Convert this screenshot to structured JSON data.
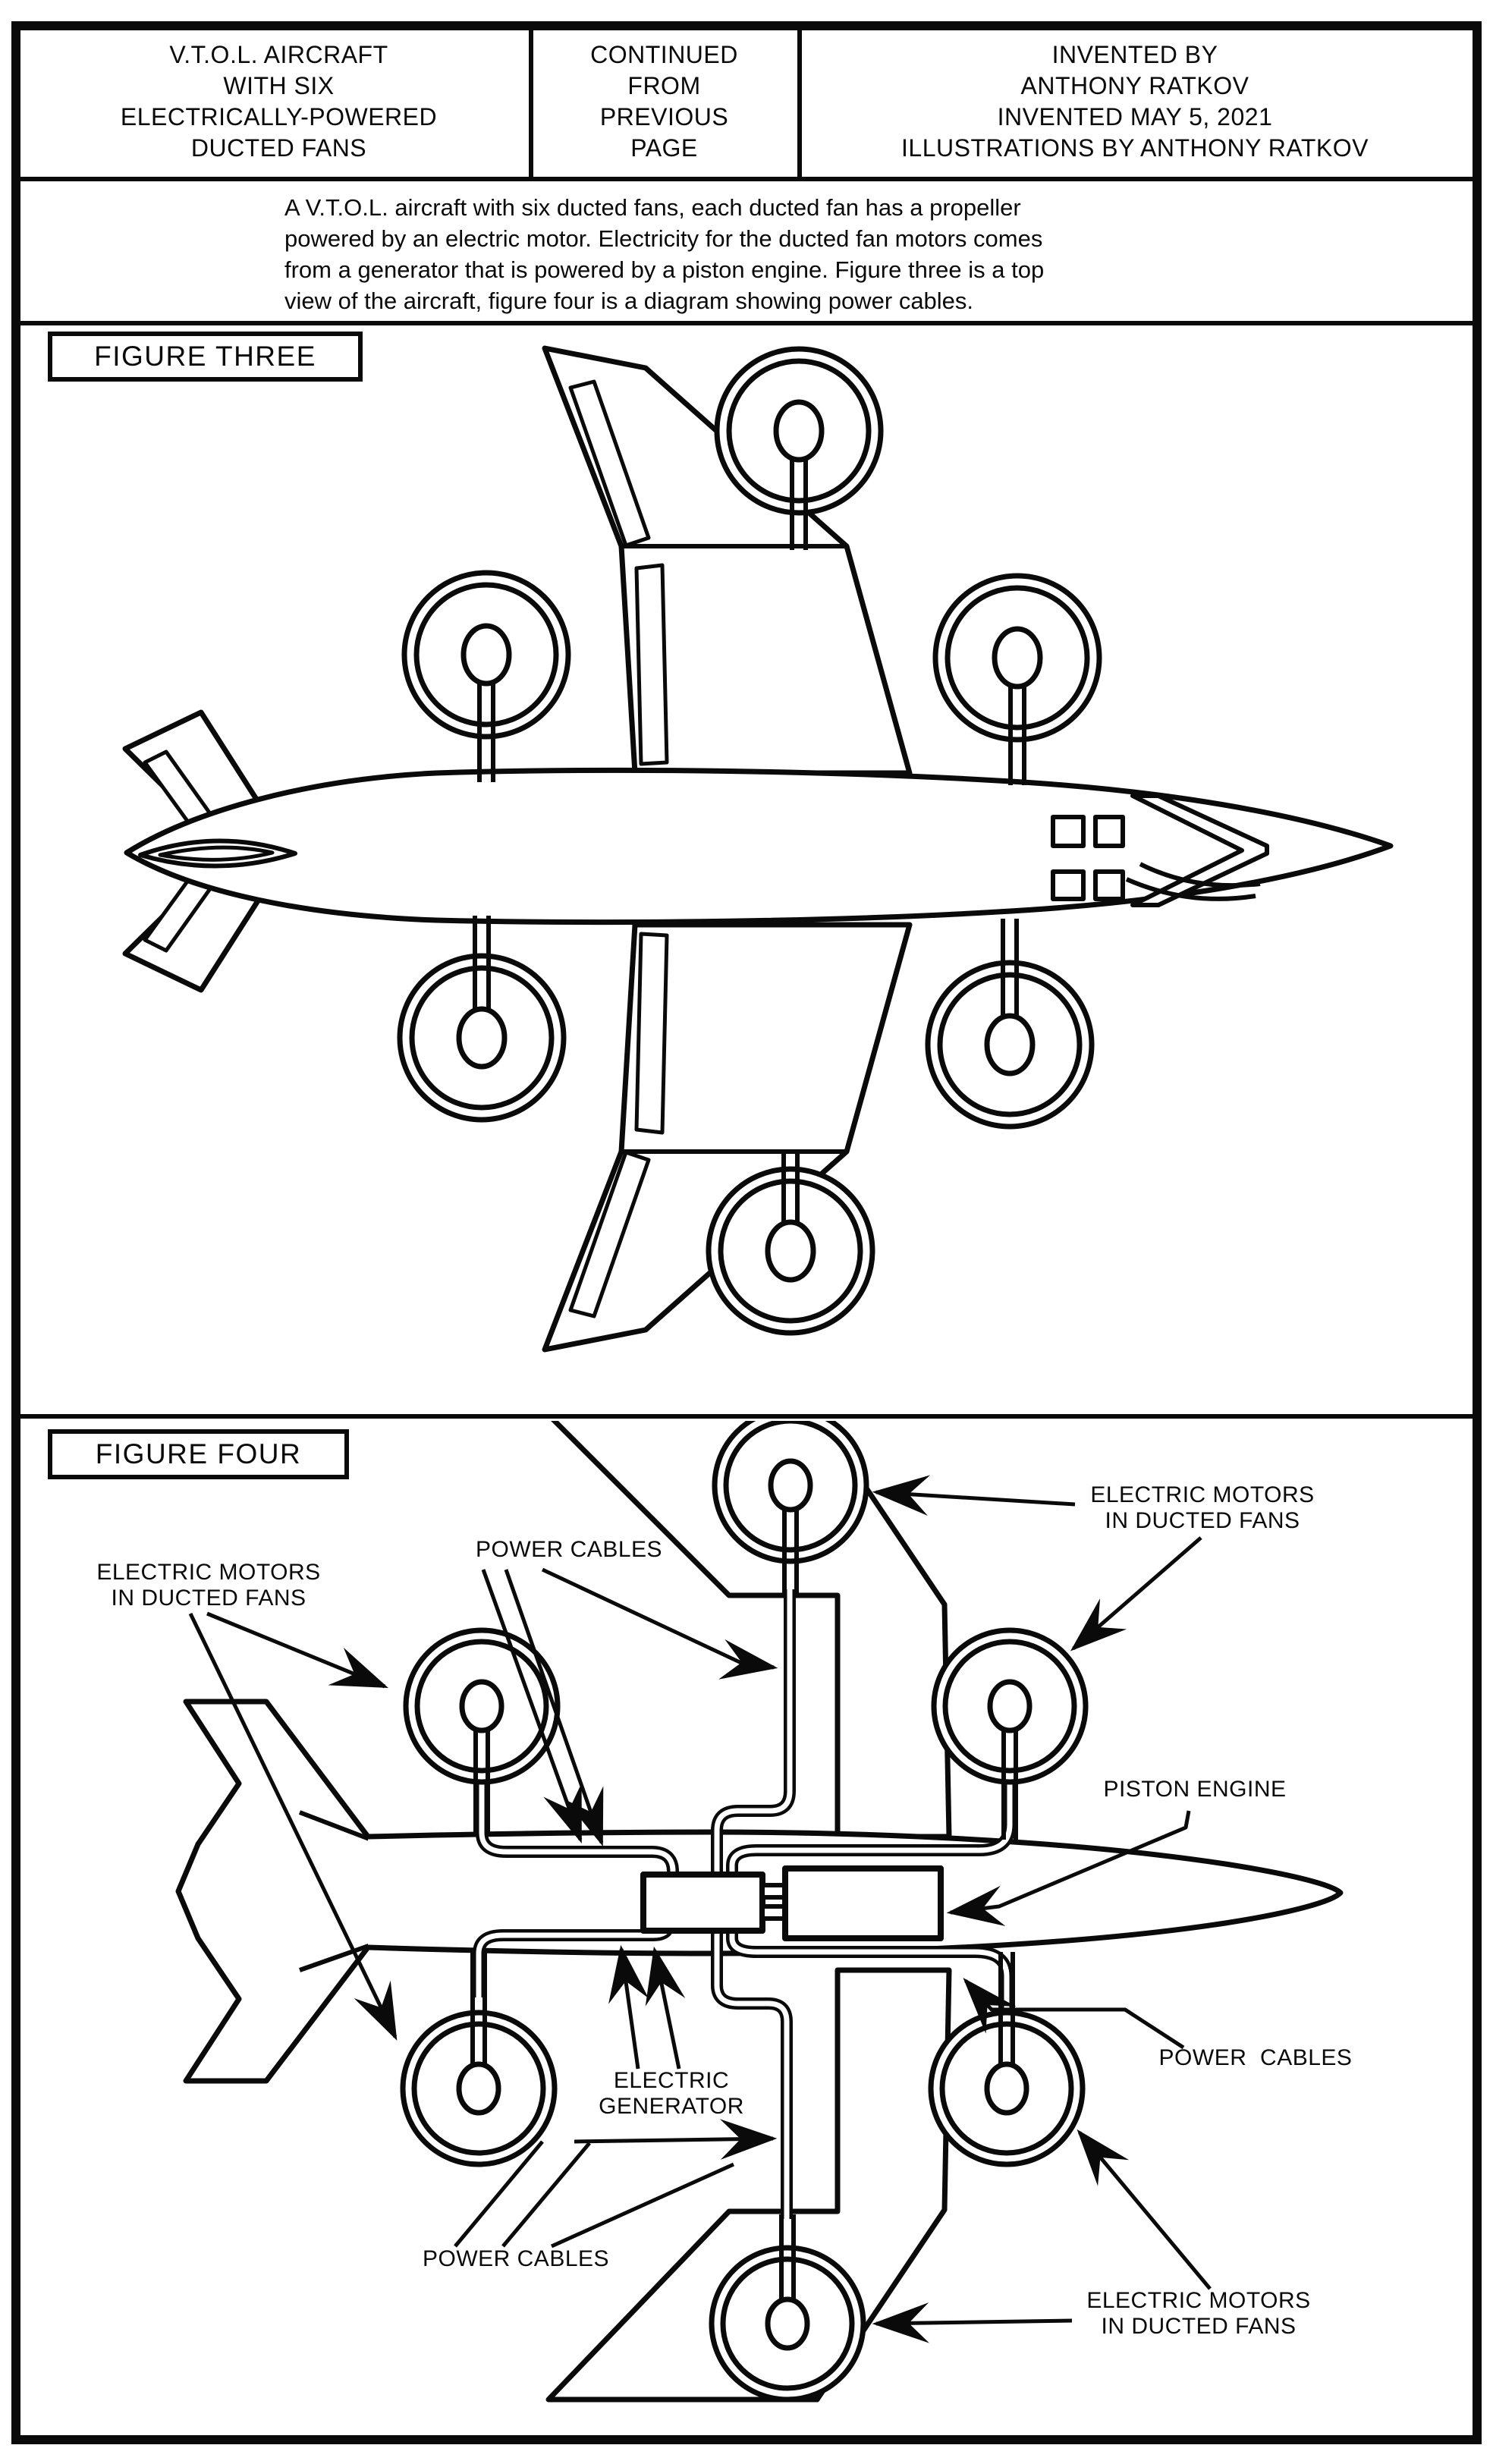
{
  "header": {
    "left": "V.T.O.L. AIRCRAFT\nWITH SIX\nELECTRICALLY-POWERED\nDUCTED FANS",
    "middle": "CONTINUED\nFROM\nPREVIOUS\nPAGE",
    "right": "INVENTED BY\nANTHONY RATKOV\nINVENTED MAY 5, 2021\nILLUSTRATIONS BY ANTHONY RATKOV"
  },
  "description": "A V.T.O.L. aircraft with six ducted fans, each ducted fan has a propeller\npowered by an electric motor. Electricity for the ducted fan motors comes\nfrom a generator that is powered by a piston engine. Figure three is a top\nview of the aircraft, figure four is a diagram showing power cables.",
  "figure3": {
    "title": "FIGURE THREE"
  },
  "figure4": {
    "title": "FIGURE FOUR",
    "labels": {
      "motors_left": "ELECTRIC MOTORS\nIN DUCTED FANS",
      "power_cables_top": "POWER CABLES",
      "motors_top_right": "ELECTRIC MOTORS\nIN DUCTED FANS",
      "piston_engine": "PISTON ENGINE",
      "electric_generator": "ELECTRIC\nGENERATOR",
      "power_cables_right": "POWER  CABLES",
      "power_cables_bottom": "POWER CABLES",
      "motors_bottom_right": "ELECTRIC MOTORS\nIN DUCTED FANS"
    }
  },
  "ink_color": "#0a0a0a",
  "paper_color": "#ffffff"
}
